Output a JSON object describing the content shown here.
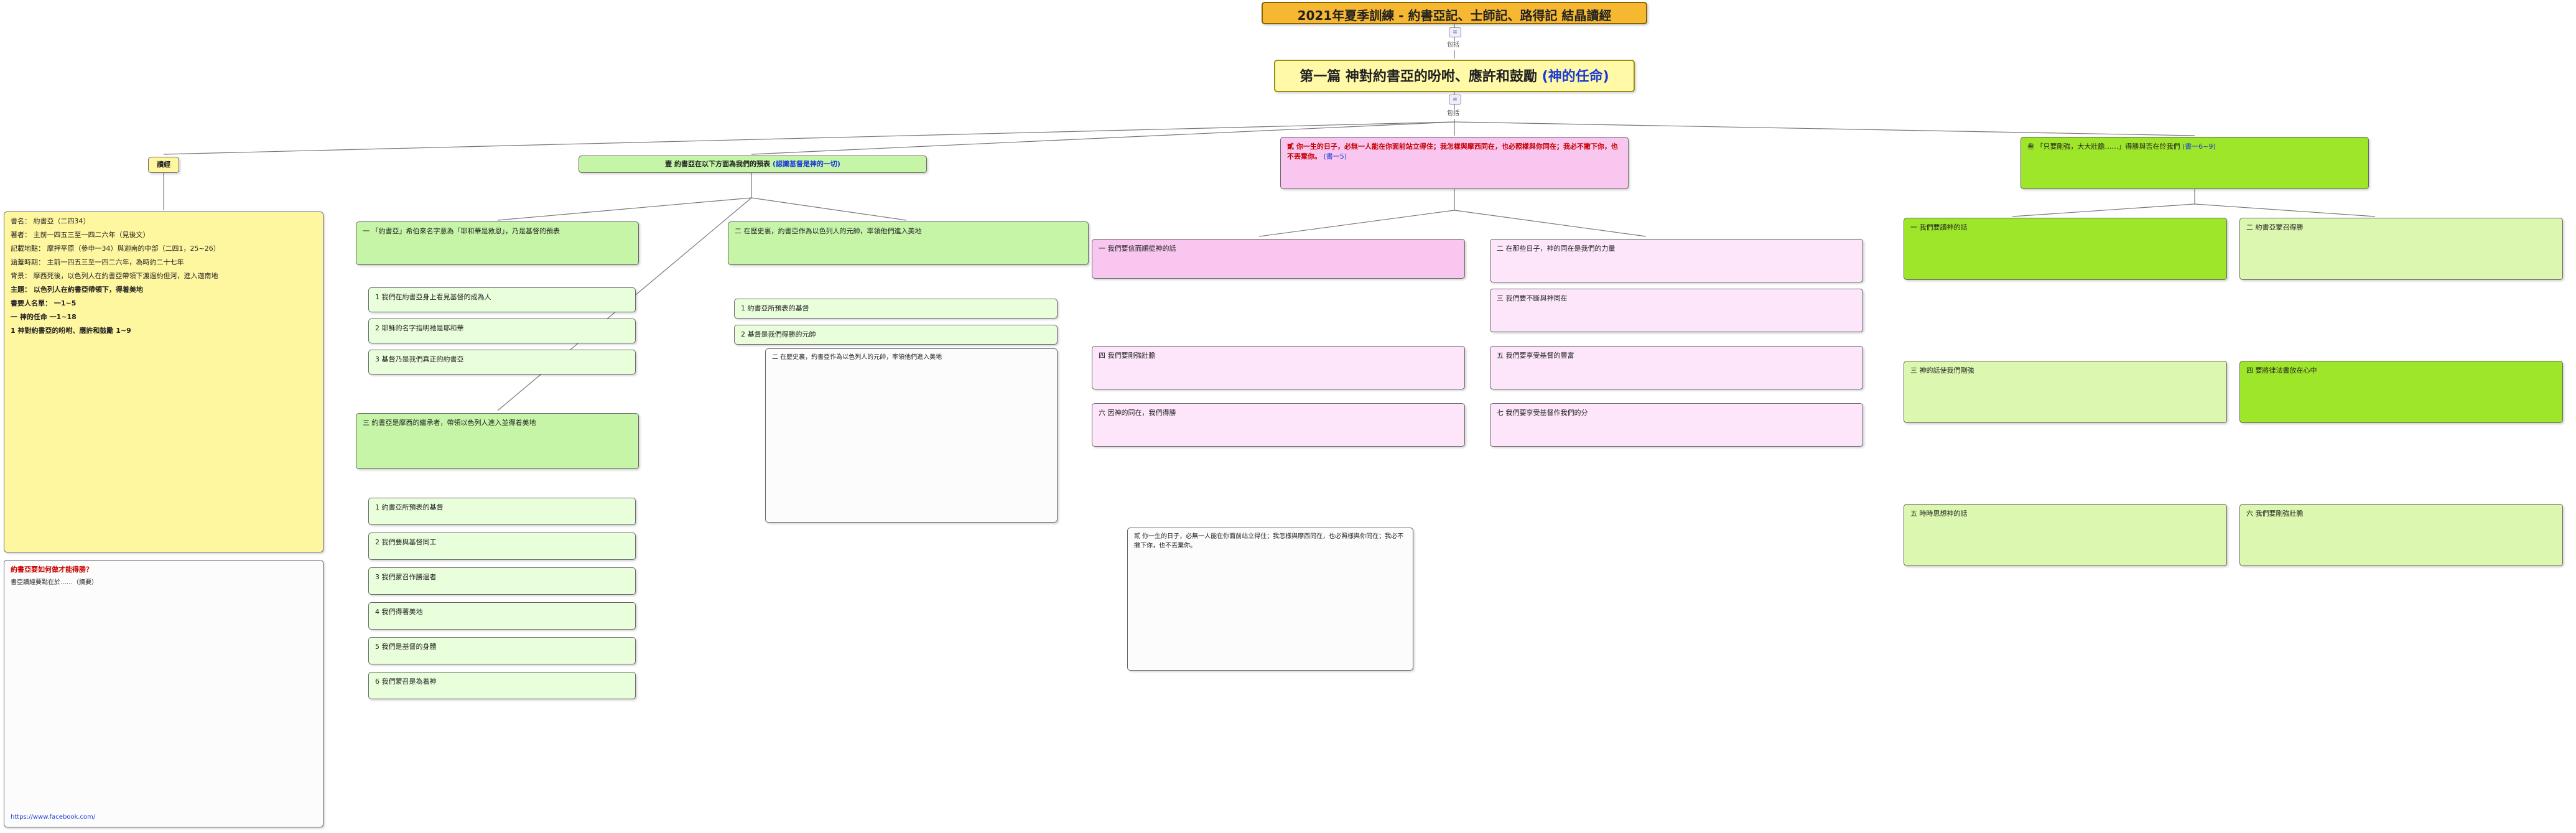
{
  "title": "2021年夏季訓練 - 約書亞記、士師記、路得記 結晶讀經",
  "chapter": {
    "text": "第一篇 神對約書亞的吩咐、應許和鼓勵",
    "highlight": "(神的任命)"
  },
  "edge_label": "包括",
  "reading": {
    "heading": "讀經",
    "lines": [
      "書名： 約書亞（二四34）",
      "著者： 主前一四五三至一四二六年（見後文）",
      "記載地點： 摩押平原（參申一34）與迦南的中部（二四1，25~26）",
      "涵蓋時期： 主前一四五三至一四二六年，為時約二十七年",
      "背景： 摩西死後，以色列人在約書亞帶領下渡過約但河，進入迦南地",
      "主題： 以色列人在約書亞帶領下，得着美地",
      "書要人名單： 一1~5",
      "一 神的任命 一1~18",
      "1 神對約書亞的吩咐、應許和鼓勵 1~9"
    ],
    "question": "約書亞要如何做才能得勝？",
    "notes": "書亞讀經要點在於……（摘要）"
  },
  "sections": {
    "s1": {
      "text": "壹 約書亞在以下方面為我們的預表",
      "note": "(認識基督是神的一切)"
    },
    "s1_1": {
      "heading": "一 「約書亞」希伯來名字意為「耶和華是救恩」，乃是基督的預表",
      "items": [
        "1 我們在約書亞身上看見基督的成為人",
        "2 耶穌的名字指明祂是耶和華",
        "3 基督乃是我們真正的約書亞"
      ]
    },
    "s1_2": {
      "heading": "二 在歷史裏，約書亞作為以色列人的元帥，率領他們進入美地",
      "items": [
        "1 約書亞所預表的基督",
        "2 基督是我們得勝的元帥"
      ]
    },
    "s1_3": {
      "heading": "三 約書亞是摩西的繼承者，帶領以色列人進入並得着美地",
      "items": [
        "1 約書亞所預表的基督",
        "2 我們要與基督同工",
        "3 我們蒙召作勝過者",
        "4 我們得著美地",
        "5 我們是基督的身體",
        "6 我們蒙召是為着神"
      ]
    },
    "s2": {
      "text": "貳 你一生的日子，必無一人能在你面前站立得住；我怎樣與摩西同在，也必照樣與你同在；我必不撇下你，也不丟棄你。",
      "ref": "(書一5)"
    },
    "s2_items": [
      "一 我們要信而順從神的話",
      "二 在那些日子，神的同在是我們的力量",
      "三 我們要不斷與神同在",
      "四 我們要剛強壯膽",
      "五 我們要享受基督的豐富",
      "六 因神的同在，我們得勝",
      "七 我們要享受基督作我們的分"
    ],
    "s3": {
      "text": "叁 「只要剛強，大大壯膽……」得勝與否在於我們",
      "ref": "(書一6~9)"
    },
    "s3_items": [
      "一 我們要讀神的話",
      "二 約書亞蒙召得勝",
      "三 神的話使我們剛強",
      "四 要將律法書放在心中",
      "五 時時思想神的話",
      "六 我們要剛強壯膽"
    ],
    "footer": "https://www.facebook.com/"
  }
}
